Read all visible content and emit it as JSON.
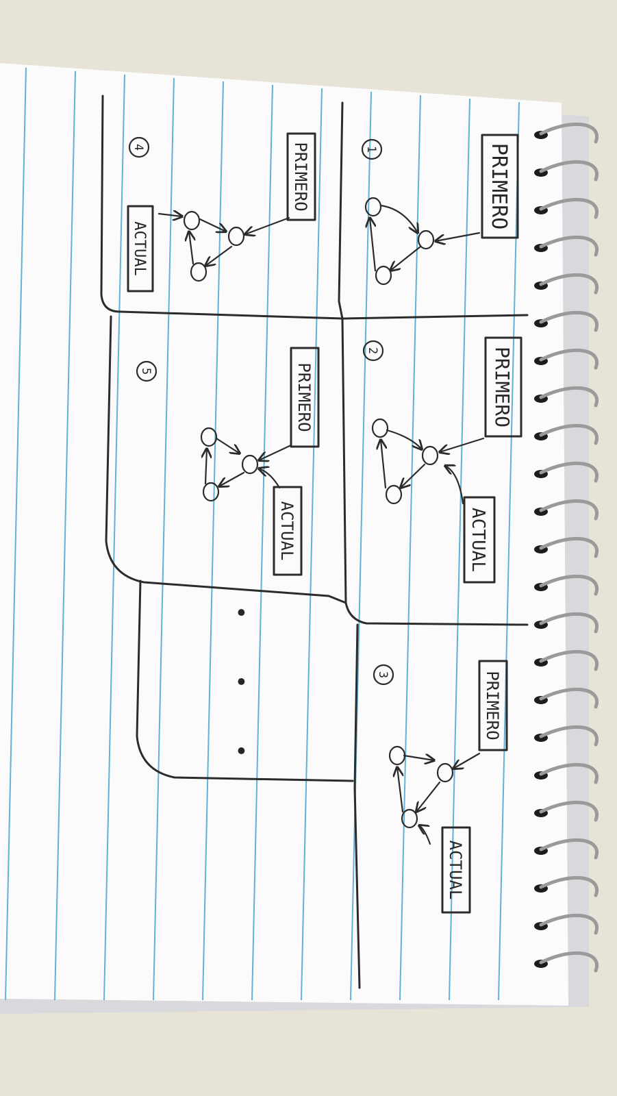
{
  "colors": {
    "desk": "#e7e3d6",
    "paper": "#fbfbfb",
    "rule_line": "#5fb3d8",
    "ink": "#2b2b2b",
    "spiral": "#9a9a9a"
  },
  "panels": [
    {
      "number": "1",
      "label_top": "PRIMERO",
      "label_bottom": ""
    },
    {
      "number": "2",
      "label_top": "PRIMERO",
      "label_bottom": "ACTUAL"
    },
    {
      "number": "3",
      "label_top": "PRIMERO",
      "label_bottom": "ACTUAL"
    },
    {
      "number": "4",
      "label_top": "PRIMERO",
      "label_bottom": "ACTUAL"
    },
    {
      "number": "5",
      "label_top": "PRIMERO",
      "label_bottom": "ACTUAL"
    }
  ],
  "continuation": "• • •"
}
